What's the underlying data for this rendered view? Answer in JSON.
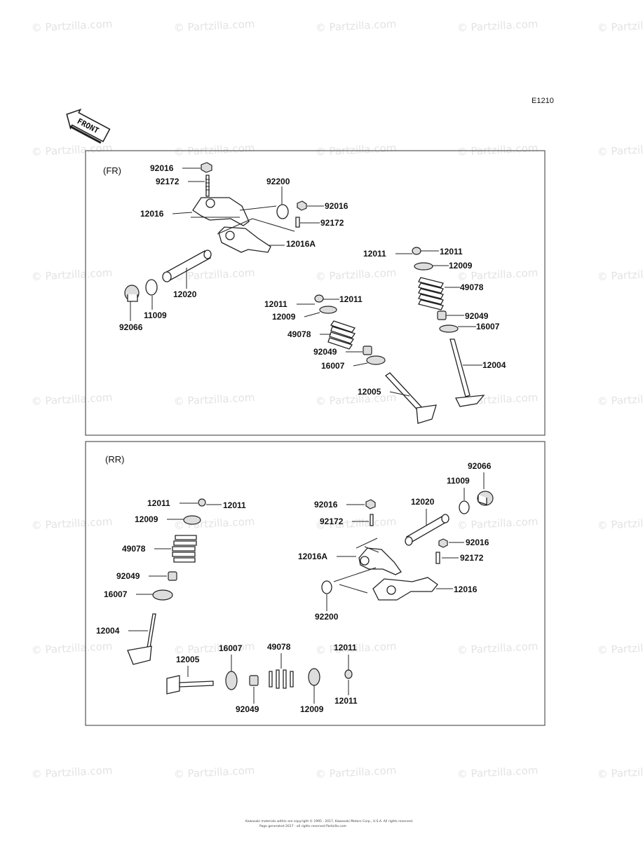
{
  "diagram_code": "E1210",
  "front_arrow_label": "FRONT",
  "watermark_text": "© Partzilla.com",
  "footer_line1": "Kawasaki materials within are copyright © 1995 - 2017, Kawasaki Motors Corp., U.S.A.  All rights reserved.",
  "footer_line2": "Page generated 2017 - all rights reserved Partzilla.com",
  "panels": [
    {
      "title": "(FR)",
      "labels": [
        "92016",
        "92172",
        "92200",
        "92016",
        "92172",
        "12016",
        "12016A",
        "12020",
        "11009",
        "92066",
        "12011",
        "12011",
        "12009",
        "49078",
        "92049",
        "16007",
        "12004",
        "12011",
        "12011",
        "12009",
        "49078",
        "92049",
        "16007",
        "12005"
      ]
    },
    {
      "title": "(RR)",
      "labels": [
        "92066",
        "11009",
        "12020",
        "12011",
        "12011",
        "12009",
        "92016",
        "92172",
        "92016",
        "12016A",
        "92172",
        "49078",
        "12016",
        "92200",
        "92049",
        "16007",
        "12004",
        "12005",
        "16007",
        "49078",
        "12011",
        "92049",
        "12009",
        "12011"
      ]
    }
  ]
}
